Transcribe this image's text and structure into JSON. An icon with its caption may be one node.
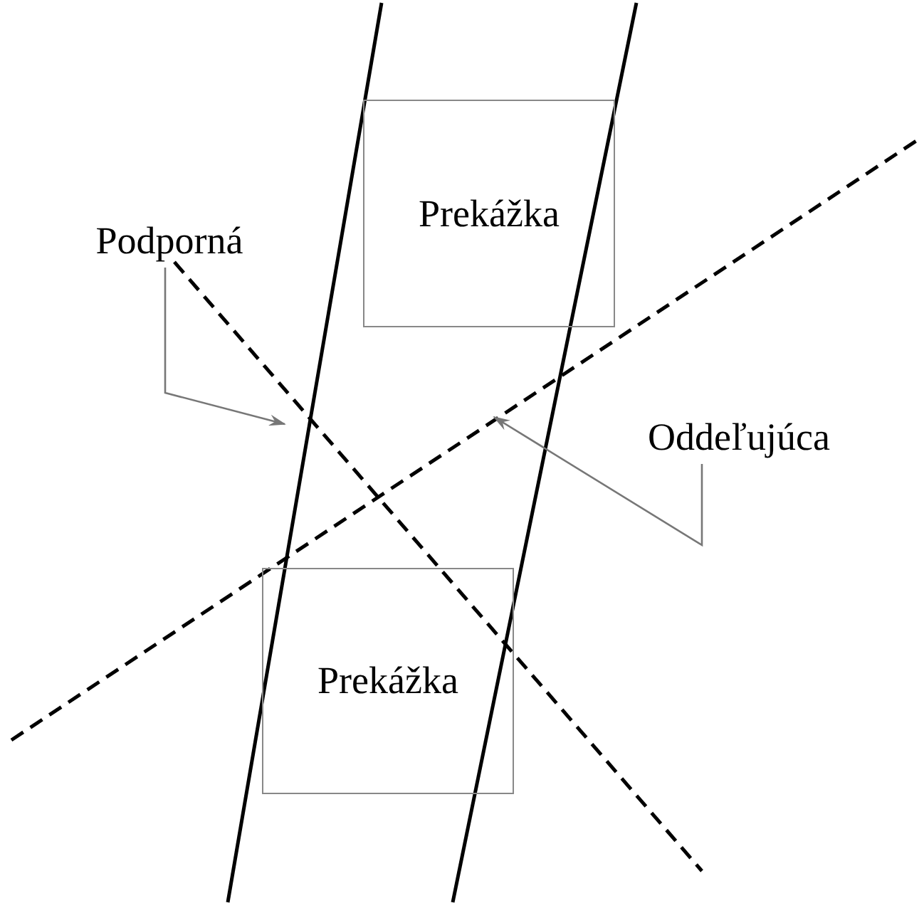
{
  "diagram": {
    "nodes": [
      {
        "text": [
          "Prekážka"
        ]
      },
      {
        "text": [
          "Prekážka"
        ]
      },
      {
        "text": [
          "Podporná"
        ]
      },
      {
        "text": [
          "Oddeľujúca"
        ]
      }
    ],
    "edges": [
      {
        "from": 2,
        "to": null,
        "arrow": "to",
        "color": "#777777"
      },
      {
        "from": 3,
        "to": null,
        "arrow": "to",
        "color": "#777777"
      }
    ]
  }
}
